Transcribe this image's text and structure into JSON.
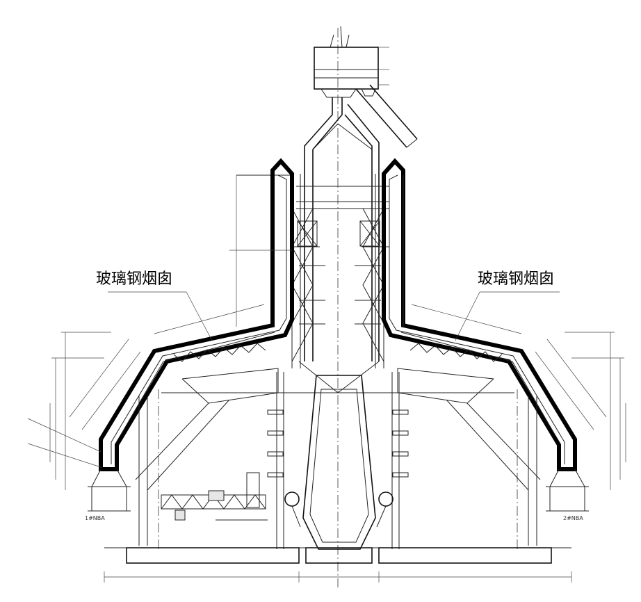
{
  "callouts": {
    "left": "玻璃钢烟囱",
    "right": "玻璃钢烟囱"
  },
  "unit_labels": {
    "left": "1#NBA",
    "right": "2#NBA"
  }
}
